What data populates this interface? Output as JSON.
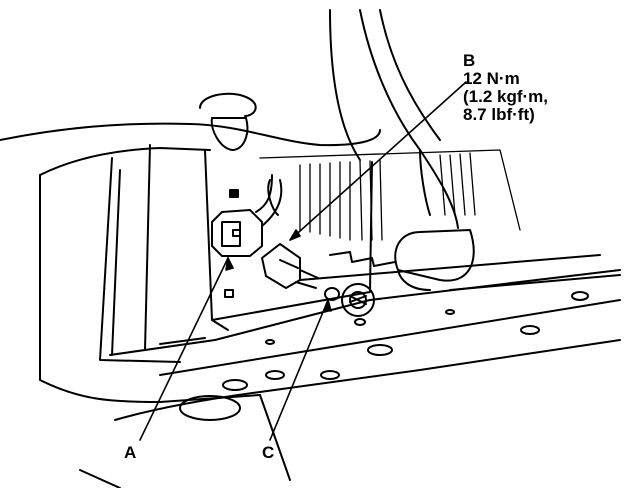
{
  "callouts": {
    "a": {
      "letter": "A"
    },
    "b": {
      "letter": "B",
      "torque_nm": "12 N·m",
      "torque_kgfm": "(1.2 kgf·m,",
      "torque_lbfft": "8.7 lbf·ft)"
    },
    "c": {
      "letter": "C"
    }
  },
  "colors": {
    "line": "#000000",
    "background": "#ffffff"
  }
}
